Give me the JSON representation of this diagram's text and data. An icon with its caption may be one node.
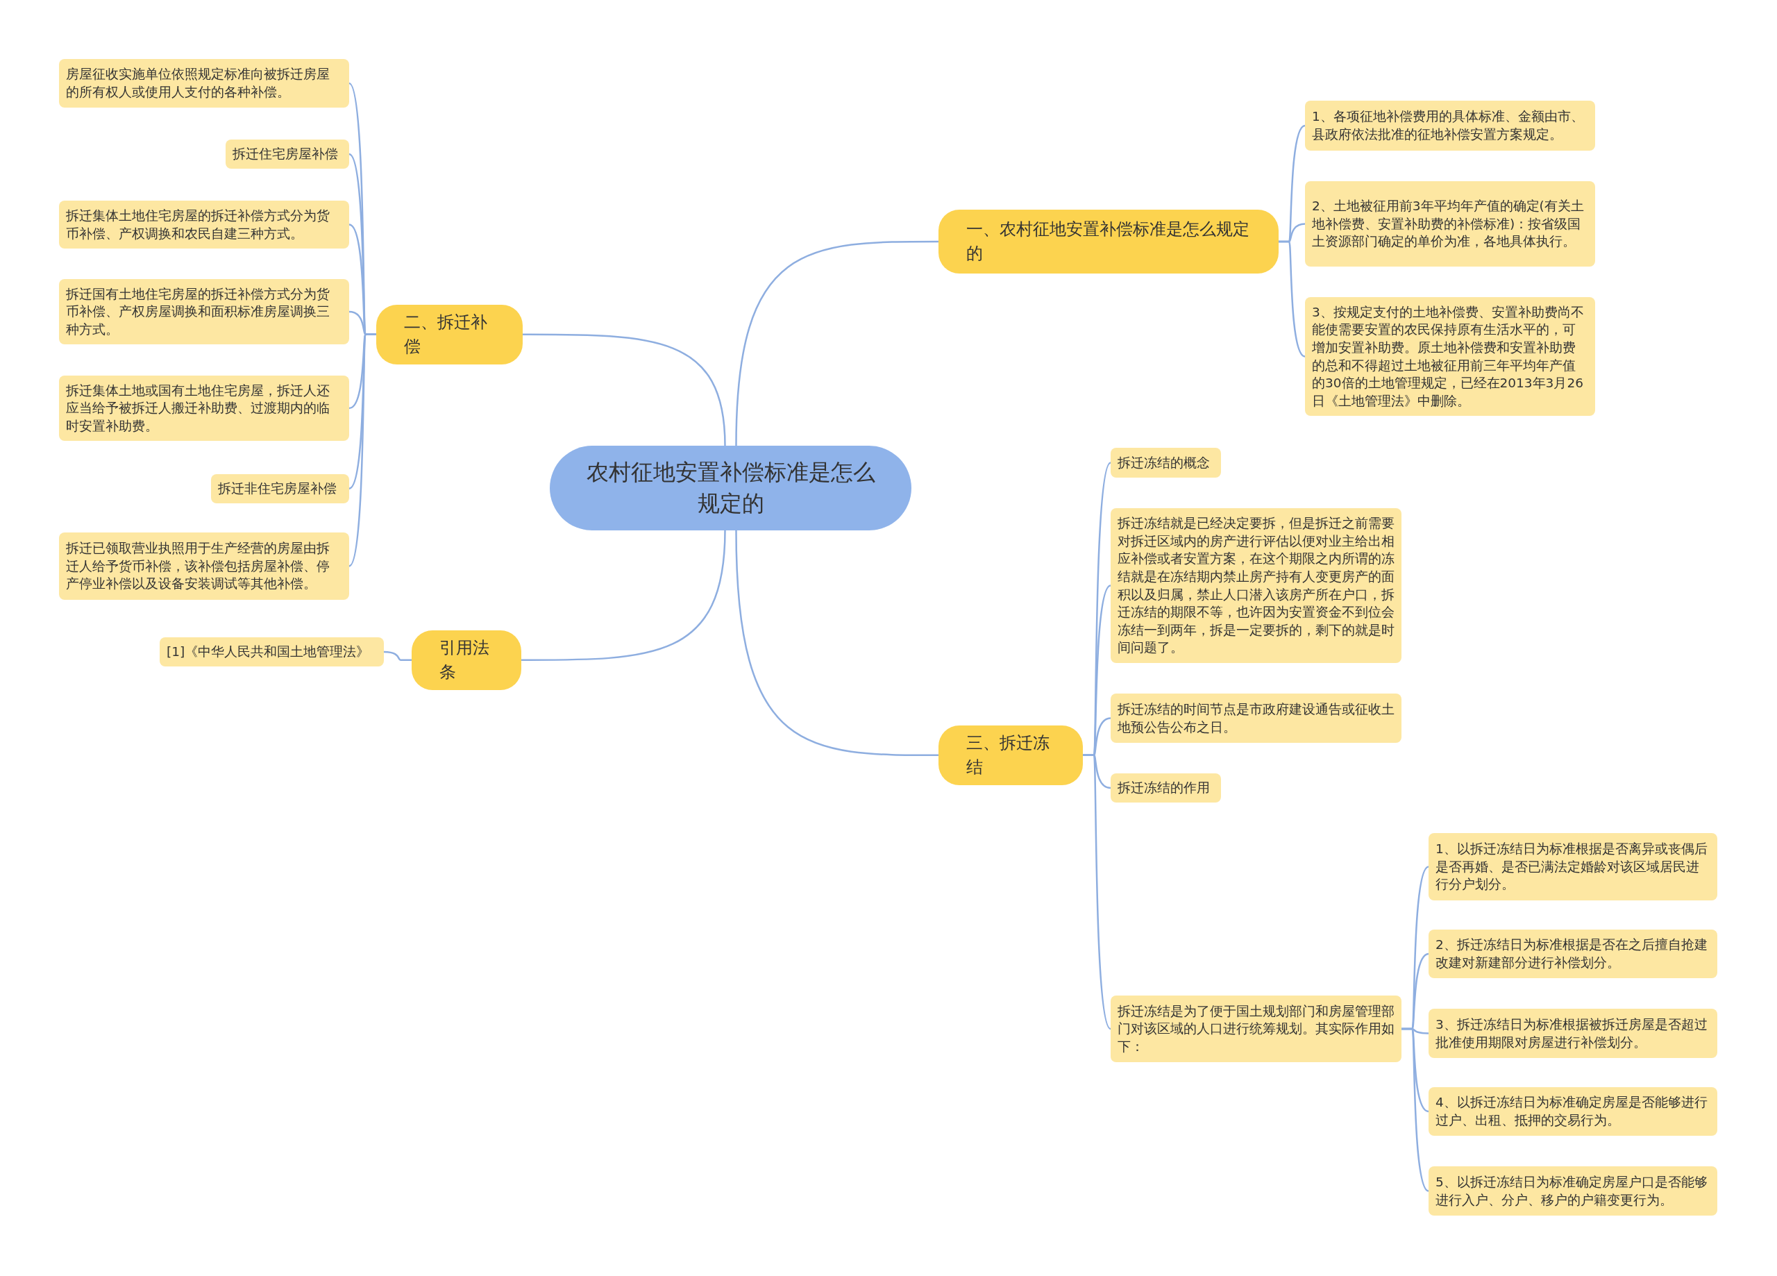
{
  "diagram": {
    "nodes": [
      {
        "text": [
          "农村征地安置补偿标准是怎么规定的"
        ]
      },
      {
        "text": [
          "一、农村征地安置补偿标准是怎么规定的"
        ]
      },
      {
        "text": [
          "1、各项征地补偿费用的具体标准、金额由市、县政府依法批准的征地补偿安置方案规定。"
        ]
      },
      {
        "text": [
          "2、土地被征用前3年平均年产值的确定(有关土地补偿费、安置补助费的补偿标准)：按省级国土资源部门确定的单价为准，各地具体执行。"
        ]
      },
      {
        "text": [
          "3、按规定支付的土地补偿费、安置补助费尚不能使需要安置的农民保持原有生活水平的，可增加安置补助费。原土地补偿费和安置补助费的总和不得超过土地被征用前三年平均年产值的30倍的土地管理规定，已经在2013年3月26日《土地管理法》中删除。"
        ]
      },
      {
        "text": [
          "二、拆迁补偿"
        ]
      },
      {
        "text": [
          "房屋征收实施单位依照规定标准向被拆迁房屋的所有权人或使用人支付的各种补偿。"
        ]
      },
      {
        "text": [
          "拆迁住宅房屋补偿"
        ]
      },
      {
        "text": [
          "拆迁集体土地住宅房屋的拆迁补偿方式分为货币补偿、产权调换和农民自建三种方式。"
        ]
      },
      {
        "text": [
          "拆迁国有土地住宅房屋的拆迁补偿方式分为货币补偿、产权房屋调换和面积标准房屋调换三种方式。"
        ]
      },
      {
        "text": [
          "拆迁集体土地或国有土地住宅房屋，拆迁人还应当给予被拆迁人搬迁补助费、过渡期内的临时安置补助费。"
        ]
      },
      {
        "text": [
          "拆迁非住宅房屋补偿"
        ]
      },
      {
        "text": [
          "拆迁已领取营业执照用于生产经营的房屋由拆迁人给予货币补偿，该补偿包括房屋补偿、停产停业补偿以及设备安装调试等其他补偿。"
        ]
      },
      {
        "text": [
          "引用法条"
        ]
      },
      {
        "text": [
          "[1]《中华人民共和国土地管理法》"
        ]
      },
      {
        "text": [
          "三、拆迁冻结"
        ]
      },
      {
        "text": [
          "拆迁冻结的概念"
        ]
      },
      {
        "text": [
          "拆迁冻结就是已经决定要拆，但是拆迁之前需要对拆迁区域内的房产进行评估以便对业主给出相应补偿或者安置方案，在这个期限之内所谓的冻结就是在冻结期内禁止房产持有人变更房产的面积以及归属，禁止人口潜入该房产所在户口，拆迁冻结的期限不等，也许因为安置资金不到位会冻结一到两年，拆是一定要拆的，剩下的就是时间问题了。"
        ]
      },
      {
        "text": [
          "拆迁冻结的时间节点是市政府建设通告或征收土地预公告公布之日。"
        ]
      },
      {
        "text": [
          "拆迁冻结的作用"
        ]
      },
      {
        "text": [
          "拆迁冻结是为了便于国土规划部门和房屋管理部门对该区域的人口进行统筹规划。其实际作用如下："
        ]
      },
      {
        "text": [
          "1、以拆迁冻结日为标准根据是否离异或丧偶后是否再婚、是否已满法定婚龄对该区域居民进行分户划分。"
        ]
      },
      {
        "text": [
          "2、拆迁冻结日为标准根据是否在之后擅自抢建改建对新建部分进行补偿划分。"
        ]
      },
      {
        "text": [
          "3、拆迁冻结日为标准根据被拆迁房屋是否超过批准使用期限对房屋进行补偿划分。"
        ]
      },
      {
        "text": [
          "4、以拆迁冻结日为标准确定房屋是否能够进行过户、出租、抵押的交易行为。"
        ]
      },
      {
        "text": [
          "5、以拆迁冻结日为标准确定房屋户口是否能够进行入户、分户、移户的户籍变更行为。"
        ]
      }
    ],
    "edges": [
      {
        "from": 0,
        "to": 1,
        "arrow": "none"
      },
      {
        "from": 1,
        "to": 2,
        "arrow": "none"
      },
      {
        "from": 1,
        "to": 3,
        "arrow": "none"
      },
      {
        "from": 1,
        "to": 4,
        "arrow": "none"
      },
      {
        "from": 0,
        "to": 5,
        "arrow": "none"
      },
      {
        "from": 5,
        "to": 6,
        "arrow": "none"
      },
      {
        "from": 5,
        "to": 7,
        "arrow": "none"
      },
      {
        "from": 5,
        "to": 8,
        "arrow": "none"
      },
      {
        "from": 5,
        "to": 9,
        "arrow": "none"
      },
      {
        "from": 5,
        "to": 10,
        "arrow": "none"
      },
      {
        "from": 5,
        "to": 11,
        "arrow": "none"
      },
      {
        "from": 5,
        "to": 12,
        "arrow": "none"
      },
      {
        "from": 0,
        "to": 13,
        "arrow": "none"
      },
      {
        "from": 13,
        "to": 14,
        "arrow": "none"
      },
      {
        "from": 0,
        "to": 15,
        "arrow": "none"
      },
      {
        "from": 15,
        "to": 16,
        "arrow": "none"
      },
      {
        "from": 15,
        "to": 17,
        "arrow": "none"
      },
      {
        "from": 15,
        "to": 18,
        "arrow": "none"
      },
      {
        "from": 15,
        "to": 19,
        "arrow": "none"
      },
      {
        "from": 15,
        "to": 20,
        "arrow": "none"
      },
      {
        "from": 20,
        "to": 21,
        "arrow": "none"
      },
      {
        "from": 20,
        "to": 22,
        "arrow": "none"
      },
      {
        "from": 20,
        "to": 23,
        "arrow": "none"
      },
      {
        "from": 20,
        "to": 24,
        "arrow": "none"
      },
      {
        "from": 20,
        "to": 25,
        "arrow": "none"
      }
    ]
  }
}
